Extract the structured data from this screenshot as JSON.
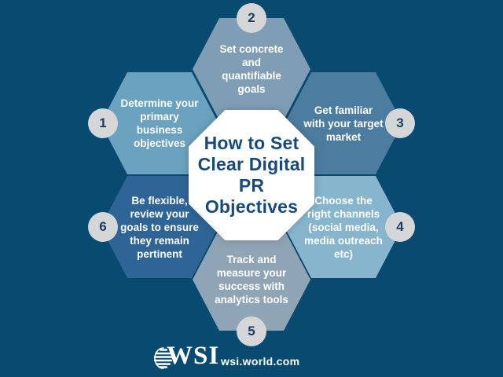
{
  "center": {
    "title": "How to Set\nClear Digital\nPR\nObjectives"
  },
  "steps": [
    {
      "number": "1",
      "text": "Determine your\nprimary\nbusiness\nobjectives",
      "color": "#6aa2bf"
    },
    {
      "number": "2",
      "text": "Set concrete\nand\nquantifiable\ngoals",
      "color": "#7f9eb6"
    },
    {
      "number": "3",
      "text": "Get familiar\nwith your target\nmarket",
      "color": "#4c7da1"
    },
    {
      "number": "4",
      "text": "Choose the\nright channels\n(social media,\nmedia outreach\netc)",
      "color": "#86b5cd"
    },
    {
      "number": "5",
      "text": "Track and\nmeasure your\nsuccess with\nanalytics tools",
      "color": "#8fa4b5"
    },
    {
      "number": "6",
      "text": "Be flexible,\nreview your\ngoals to ensure\nthey remain\npertinent",
      "color": "#2f6496"
    }
  ],
  "footer": {
    "brand": "WSI",
    "website": "wsi.world.com",
    "logo_icon": "wsi-globe-icon"
  },
  "colors": {
    "background": "#084a70",
    "octagon": "#ffffff",
    "title_text": "#174a7c",
    "step_text": "#ffffff",
    "number_circle": "#d4d6d8",
    "number_text": "#1e3d5d"
  }
}
